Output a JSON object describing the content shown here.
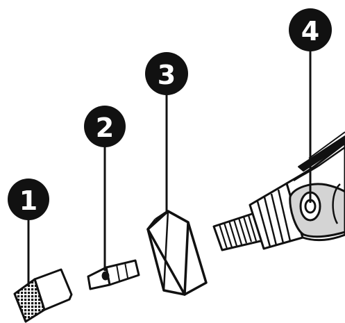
{
  "callouts": [
    {
      "label": "1",
      "part": "collet-nut"
    },
    {
      "label": "2",
      "part": "collet"
    },
    {
      "label": "3",
      "part": "shaft-lock-cap"
    },
    {
      "label": "4",
      "part": "tool-housing"
    }
  ],
  "colors": {
    "ink": "#111111",
    "paper": "#ffffff",
    "shade": "#d4d4d4"
  }
}
